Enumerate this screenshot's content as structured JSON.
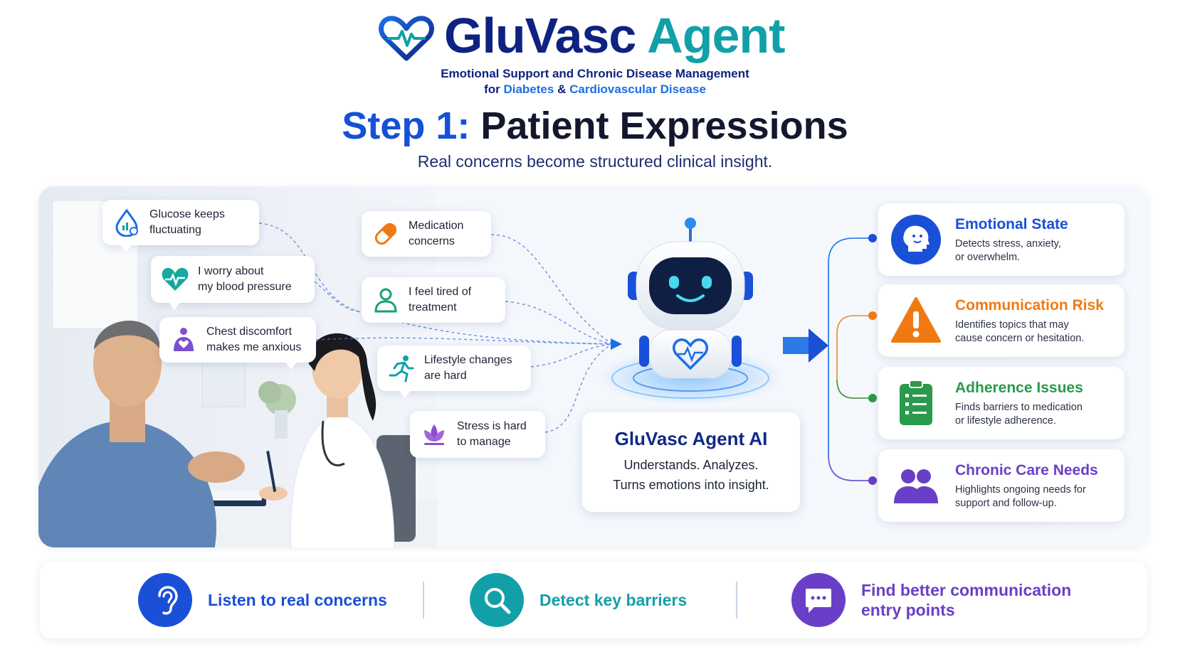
{
  "header": {
    "brand_part1": "GluVasc",
    "brand_part2": "Agent",
    "tagline_line1": "Emotional Support and Chronic Disease Management",
    "tagline_prefix": "for",
    "tagline_diabetes": "Diabetes",
    "tagline_amp": "&",
    "tagline_cardio": "Cardiovascular Disease",
    "step_label": "Step 1:",
    "step_title": "Patient Expressions",
    "subtitle": "Real concerns become structured clinical insight."
  },
  "concerns": [
    {
      "text": "Glucose keeps\nfluctuating",
      "icon": "glucose-drop-icon"
    },
    {
      "text": "I worry about\nmy blood pressure",
      "icon": "heart-pulse-icon"
    },
    {
      "text": "Chest discomfort\nmakes me anxious",
      "icon": "chest-heart-icon"
    },
    {
      "text": "Medication\nconcerns",
      "icon": "pill-icon"
    },
    {
      "text": "I feel tired of\ntreatment",
      "icon": "person-icon"
    },
    {
      "text": "Lifestyle changes\nare hard",
      "icon": "running-icon"
    },
    {
      "text": "Stress is hard\nto manage",
      "icon": "lotus-icon"
    }
  ],
  "agent": {
    "title": "GluVasc Agent AI",
    "line1": "Understands. Analyzes.",
    "line2": "Turns emotions into insight."
  },
  "outputs": [
    {
      "title": "Emotional State",
      "desc": "Detects stress, anxiety,\nor overwhelm.",
      "icon": "emotion-face-icon",
      "color": "#1a4fd8"
    },
    {
      "title": "Communication Risk",
      "desc": "Identifies topics that may\ncause concern or hesitation.",
      "icon": "warning-icon",
      "color": "#f07a12"
    },
    {
      "title": "Adherence Issues",
      "desc": "Finds barriers to medication\nor lifestyle adherence.",
      "icon": "clipboard-icon",
      "color": "#2a9a4c"
    },
    {
      "title": "Chronic Care Needs",
      "desc": "Highlights ongoing needs for\nsupport and follow-up.",
      "icon": "people-icon",
      "color": "#6a3fc8"
    }
  ],
  "bottom": [
    {
      "label": "Listen to real concerns",
      "icon": "ear-icon",
      "color": "#1a4fd8"
    },
    {
      "label": "Detect key barriers",
      "icon": "magnifier-icon",
      "color": "#12a0a8"
    },
    {
      "label": "Find better communication\nentry points",
      "icon": "chat-icon",
      "color": "#6a3fc8"
    }
  ]
}
